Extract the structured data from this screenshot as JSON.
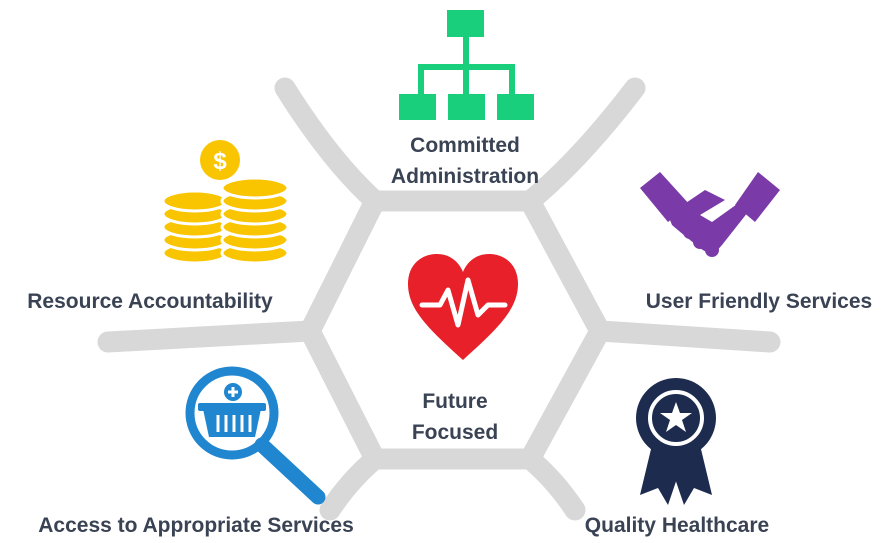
{
  "center": {
    "line1": "Future",
    "line2": "Focused",
    "icon": "heart-pulse-icon"
  },
  "items": [
    {
      "id": "committed",
      "line1": "Committed",
      "line2": "Administration",
      "icon": "org-chart-icon",
      "color": "#19cf7b"
    },
    {
      "id": "resource",
      "line1": "Resource Accountability",
      "icon": "coins-icon",
      "color": "#f9c400"
    },
    {
      "id": "user",
      "line1": "User Friendly Services",
      "icon": "handshake-icon",
      "color": "#7a3aa8"
    },
    {
      "id": "access",
      "line1": "Access to Appropriate Services",
      "icon": "basket-search-icon",
      "color": "#1f86cf"
    },
    {
      "id": "quality",
      "line1": "Quality Healthcare",
      "icon": "award-ribbon-icon",
      "color": "#1c2b4e"
    }
  ],
  "colors": {
    "frame": "#d8d8d8",
    "heart": "#e8202a",
    "text": "#3a4354"
  }
}
